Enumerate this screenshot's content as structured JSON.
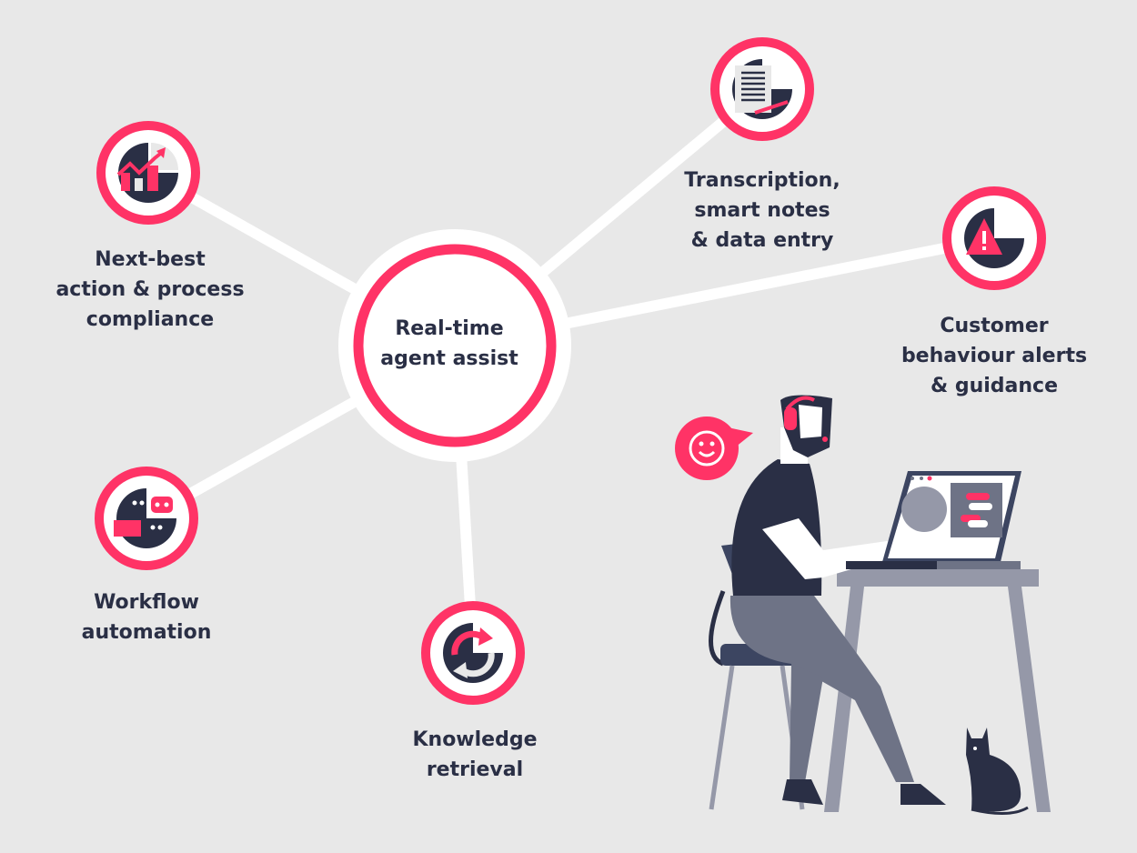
{
  "center": {
    "lines": [
      "Real-time",
      "agent assist"
    ]
  },
  "nodes": [
    {
      "id": "next-best-action",
      "icon": "chart-growth-icon",
      "lines": [
        "Next-best",
        "action & process",
        "compliance"
      ]
    },
    {
      "id": "transcription",
      "icon": "document-notes-icon",
      "lines": [
        "Transcription,",
        "smart notes",
        "& data entry"
      ]
    },
    {
      "id": "customer-alerts",
      "icon": "warning-triangle-icon",
      "lines": [
        "Customer",
        "behaviour alerts",
        "& guidance"
      ]
    },
    {
      "id": "workflow-automation",
      "icon": "robot-workflow-icon",
      "lines": [
        "Workflow",
        "automation"
      ]
    },
    {
      "id": "knowledge-retrieval",
      "icon": "refresh-arrows-icon",
      "lines": [
        "Knowledge",
        "retrieval"
      ]
    }
  ],
  "colors": {
    "background": "#e8e8e8",
    "accent": "#ff3366",
    "navy": "#2a2f45",
    "gray": "#9598a8"
  }
}
